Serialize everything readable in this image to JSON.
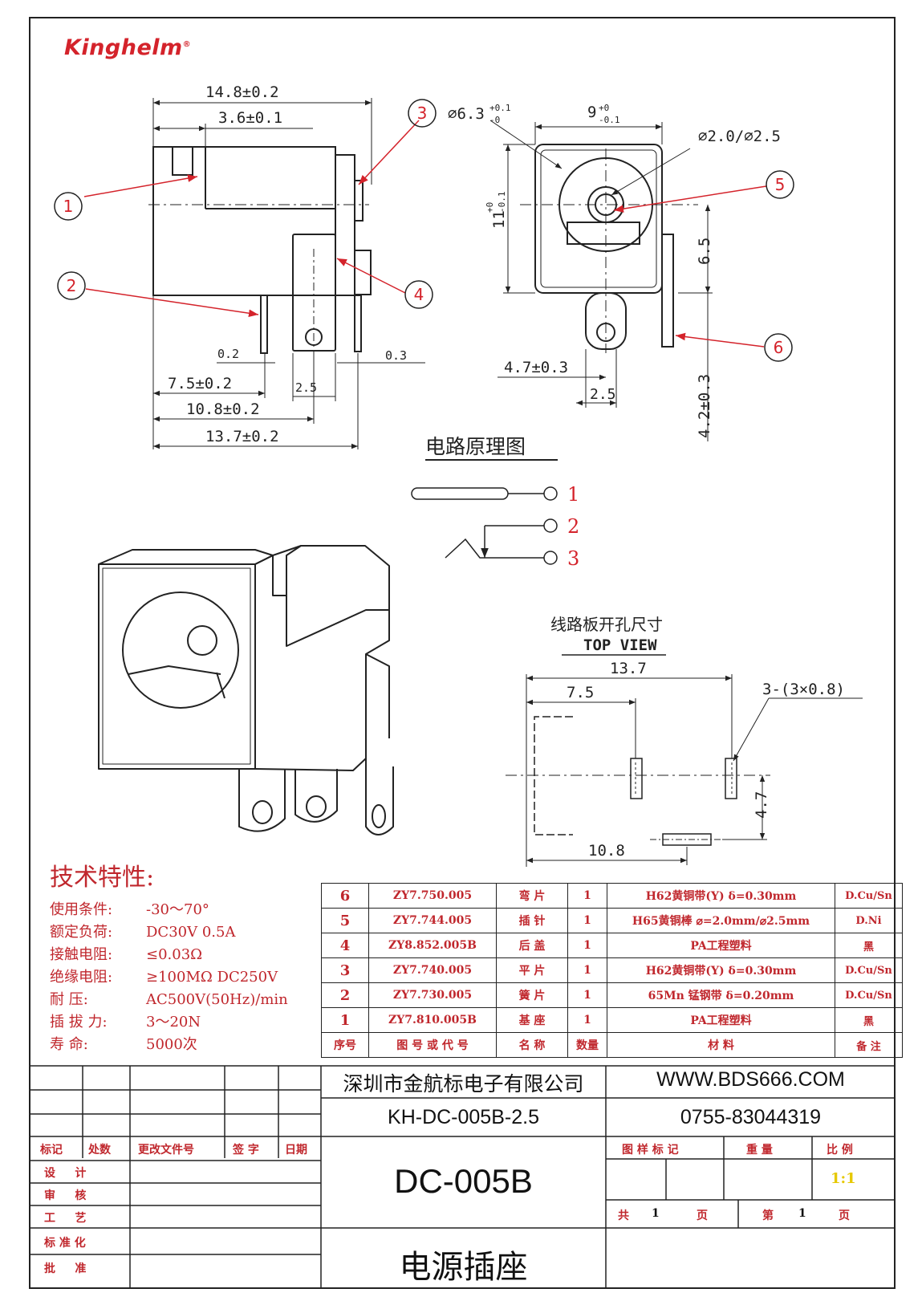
{
  "logo": {
    "name": "Kinghelm",
    "mark": "®"
  },
  "side_view": {
    "dims": [
      "14.8±0.2",
      "3.6±0.1",
      "0.2",
      "0.3",
      "7.5±0.2",
      "2.5",
      "10.8±0.2",
      "13.7±0.2"
    ],
    "callouts": [
      "1",
      "2",
      "3",
      "4"
    ]
  },
  "front_view": {
    "dims": {
      "d63": "⌀6.3",
      "d63_tol_top": "+0.1",
      "d63_tol_bot": "-0",
      "w9": "9",
      "w9_tol_top": "+0",
      "w9_tol_bot": "-0.1",
      "pin": "⌀2.0/⌀2.5",
      "h11": "11",
      "h11_tol_top": "+0",
      "h11_tol_bot": "-0.1",
      "h65": "6.5",
      "d47": "4.7±0.3",
      "d25": "2.5",
      "d42": "4.2±0.3"
    },
    "callouts": [
      "5",
      "6"
    ]
  },
  "schematic": {
    "title": "电路原理图",
    "pins": [
      "1",
      "2",
      "3"
    ]
  },
  "pcb": {
    "title": "线路板开孔尺寸",
    "subtitle": "TOP VIEW",
    "dims": [
      "13.7",
      "7.5",
      "3-(3×0.8)",
      "4.7",
      "10.8"
    ]
  },
  "specs": {
    "title": "技术特性:",
    "rows": [
      {
        "k": "使用条件:",
        "v": "-30～70°"
      },
      {
        "k": "额定负荷:",
        "v": "DC30V 0.5A"
      },
      {
        "k": "接触电阻:",
        "v": "≤0.03Ω"
      },
      {
        "k": "绝缘电阻:",
        "v": "≥100MΩ DC250V"
      },
      {
        "k": "耐      压:",
        "v": "AC500V(50Hz)/min"
      },
      {
        "k": "插 拔 力:",
        "v": "3～20N"
      },
      {
        "k": "寿      命:",
        "v": "5000次"
      }
    ]
  },
  "bom": {
    "rows": [
      [
        "6",
        "ZY7.750.005",
        "弯   片",
        "1",
        "H62黄铜带(Y) δ=0.30mm",
        "D.Cu/Sn"
      ],
      [
        "5",
        "ZY7.744.005",
        "插   针",
        "1",
        "H65黄铜棒  ⌀=2.0mm/⌀2.5mm",
        "D.Ni"
      ],
      [
        "4",
        "ZY8.852.005B",
        "后   盖",
        "1",
        "PA工程塑料",
        "黑"
      ],
      [
        "3",
        "ZY7.740.005",
        "平   片",
        "1",
        "H62黄铜带(Y) δ=0.30mm",
        "D.Cu/Sn"
      ],
      [
        "2",
        "ZY7.730.005",
        "簧   片",
        "1",
        "65Mn 锰钢带 δ=0.20mm",
        "D.Cu/Sn"
      ],
      [
        "1",
        "ZY7.810.005B",
        "基   座",
        "1",
        "PA工程塑料",
        "黑"
      ]
    ],
    "header": [
      "序号",
      "图 号 或 代 号",
      "名  称",
      "数量",
      "材        料",
      "备 注"
    ]
  },
  "title_block": {
    "company": "深圳市金航标电子有限公司",
    "website": "WWW.BDS666.COM",
    "part_code": "KH-DC-005B-2.5",
    "phone": "0755-83044319",
    "model": "DC-005B",
    "name": "电源插座",
    "rev_headers": [
      "标记",
      "处数",
      "更改文件号",
      "签  字",
      "日期"
    ],
    "roles": [
      "设     计",
      "审     核",
      "工     艺",
      "标 准 化",
      "批     准"
    ],
    "info_headers": [
      "图 样 标 记",
      "重  量",
      "比  例"
    ],
    "scale": "1:1",
    "total_label": "共",
    "total_pages": "1",
    "page_unit": "页",
    "page_label": "第",
    "page_no": "1",
    "page_unit2": "页"
  }
}
